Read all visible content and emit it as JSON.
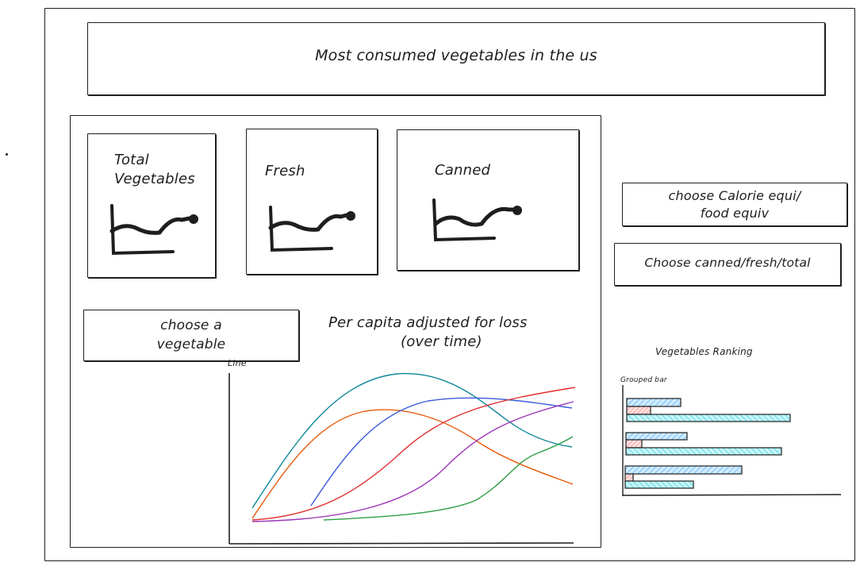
{
  "header": {
    "title": "Most consumed vegetables in the us"
  },
  "kpi_cards": [
    {
      "label_line1": "Total",
      "label_line2": "Vegetables"
    },
    {
      "label_line1": "Fresh",
      "label_line2": ""
    },
    {
      "label_line1": "Canned",
      "label_line2": ""
    }
  ],
  "controls": {
    "vegetable_selector_line1": "choose a",
    "vegetable_selector_line2": "vegetable",
    "calorie_selector_line1": "choose Calorie equi/",
    "calorie_selector_line2": "food equiv",
    "type_selector": "Choose canned/fresh/total"
  },
  "line_chart": {
    "title_line1": "Per capita adjusted for loss",
    "title_line2": "(over time)",
    "label": "Line"
  },
  "bar_chart": {
    "title": "Vegetables Ranking",
    "label": "Grouped bar"
  },
  "colors": {
    "ink": "#1e1e1e",
    "teal": "#0c8599",
    "orange": "#e8590c",
    "blue": "#3b5bdb",
    "red": "#e03131",
    "purple": "#9c36b5",
    "green": "#2f9e44",
    "bar_blue": "#4dabf7",
    "bar_cyan": "#3bc9db",
    "bar_pink": "#ff8787"
  }
}
